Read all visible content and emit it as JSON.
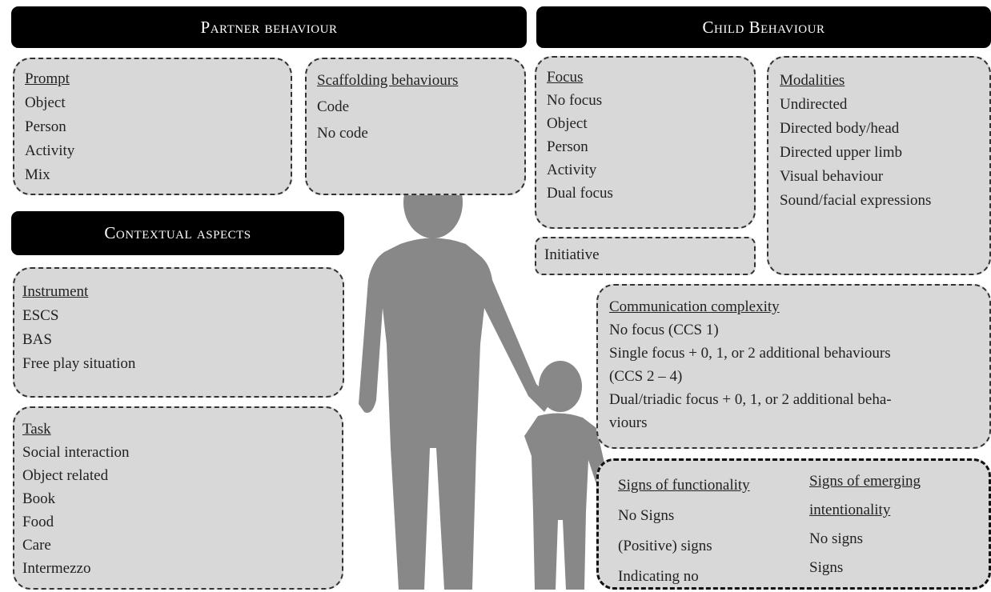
{
  "headers": {
    "partner": "Partner behaviour",
    "child": "Child Behaviour",
    "context": "Contextual aspects"
  },
  "prompt": {
    "title": "Prompt",
    "items": [
      "Object",
      "Person",
      "Activity",
      "Mix"
    ]
  },
  "scaffolding": {
    "title": "Scaffolding behaviours",
    "items": [
      "Code",
      "No code"
    ]
  },
  "instrument": {
    "title": "Instrument",
    "items": [
      "ESCS",
      "BAS",
      "Free play situation"
    ]
  },
  "task": {
    "title": "Task",
    "items": [
      "Social interaction",
      "Object related",
      "Book",
      "Food",
      "Care",
      "Intermezzo"
    ]
  },
  "focus": {
    "title": "Focus",
    "items": [
      "No focus",
      "Object",
      "Person",
      "Activity",
      "Dual focus"
    ]
  },
  "modalities": {
    "title": "Modalities",
    "items": [
      "Undirected",
      "Directed body/head",
      "Directed upper limb",
      "Visual behaviour",
      "Sound/facial expressions"
    ]
  },
  "initiative": {
    "label": "Initiative"
  },
  "complexity": {
    "title": "Communication complexity",
    "lines": [
      "No focus (CCS 1)",
      "Single focus + 0, 1, or 2 additional behaviours",
      "(CCS 2 – 4)",
      "Dual/triadic focus + 0, 1, or 2 additional beha-",
      "viours"
    ]
  },
  "functionality": {
    "title": "Signs of functionality",
    "items": [
      "No Signs",
      "(Positive) signs",
      "Indicating no"
    ]
  },
  "emerging": {
    "title_line1": "Signs of emerging",
    "title_line2": "intentionality",
    "items": [
      "No signs",
      "Signs"
    ]
  },
  "colors": {
    "header_bg": "#000000",
    "box_bg": "#d8d8d8",
    "figure": "#888888"
  }
}
